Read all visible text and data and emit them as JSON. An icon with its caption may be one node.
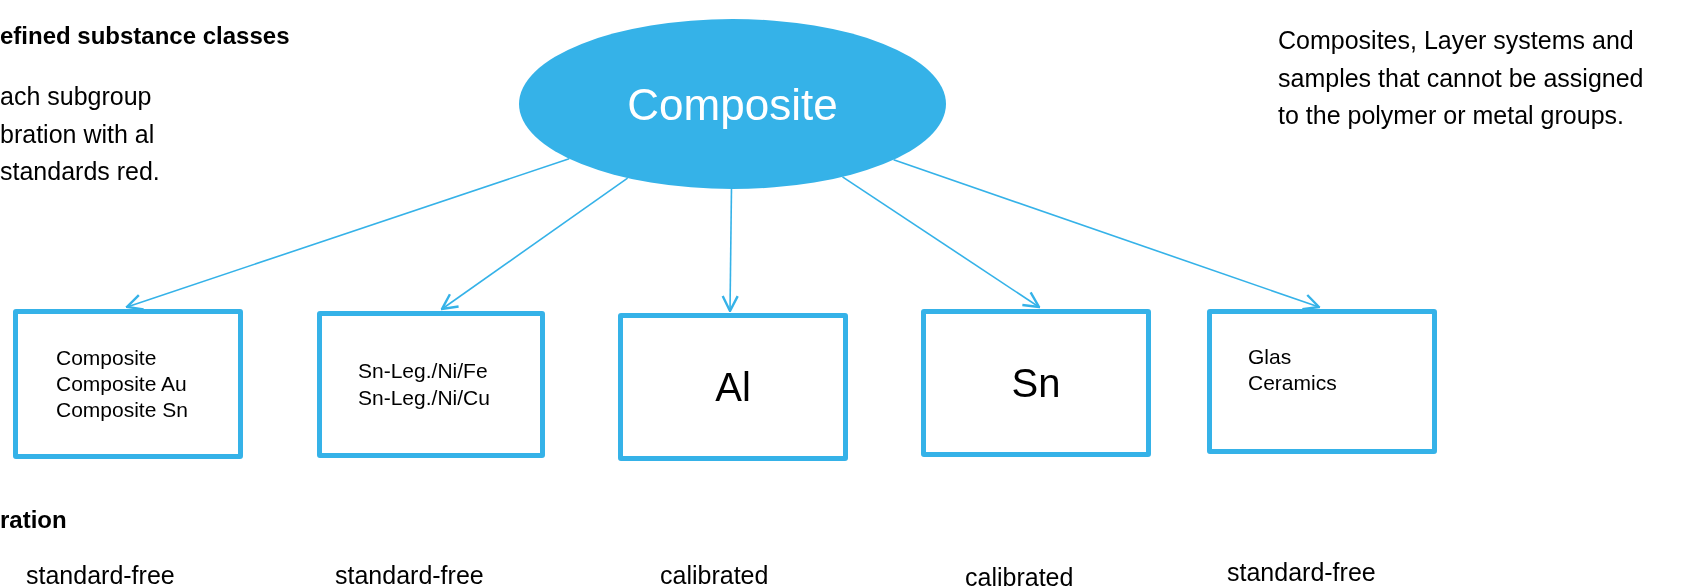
{
  "diagram": {
    "nodes": [
      {
        "text": [
          "Composite"
        ]
      },
      {
        "text": [
          "Composite",
          "Composite Au",
          "Composite Sn"
        ]
      },
      {
        "text": [
          "Sn-Leg./Ni/Fe",
          "Sn-Leg./Ni/Cu"
        ]
      },
      {
        "text": [
          "Al"
        ]
      },
      {
        "text": [
          "Sn"
        ]
      },
      {
        "text": [
          "Glas",
          "Ceramics"
        ]
      }
    ],
    "edges": [
      {
        "from": 0,
        "to": 1,
        "arrow": "to"
      },
      {
        "from": 0,
        "to": 2,
        "arrow": "to"
      },
      {
        "from": 0,
        "to": 3,
        "arrow": "to"
      },
      {
        "from": 0,
        "to": 4,
        "arrow": "to"
      },
      {
        "from": 0,
        "to": 5,
        "arrow": "to"
      }
    ],
    "labels": [
      "efined substance classes",
      "ach subgroup bration with al standards red.",
      "Composites, Layer systems and samples that cannot be assigned to the polymer or metal groups.",
      "ration",
      "standard-free",
      "standard-free",
      "calibrated",
      "calibrated",
      "standard-free"
    ]
  }
}
